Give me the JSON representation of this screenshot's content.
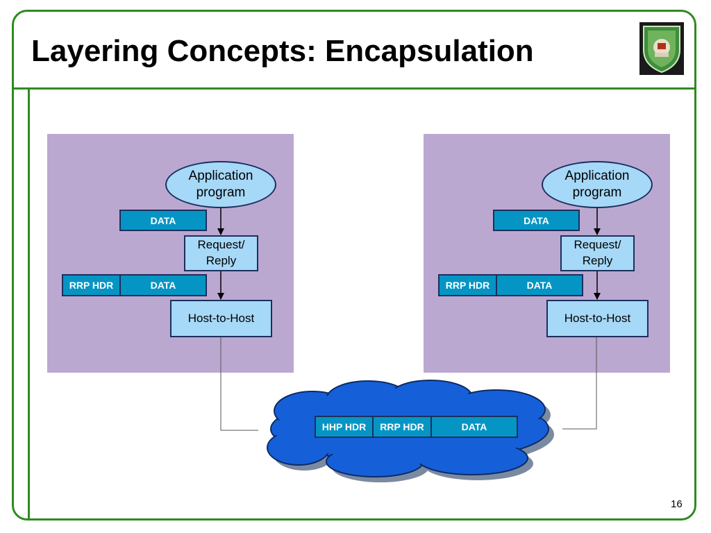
{
  "slide": {
    "title": "Layering Concepts: Encapsulation",
    "page_number": "16",
    "logo_icon": "university-seal-icon"
  },
  "colors": {
    "frame_green": "#2e8b1f",
    "panel_lavender": "#bba8d1",
    "layer_fill": "#a6d8f7",
    "data_cell": "#0595c4",
    "cloud_fill": "#1560d8",
    "outline_navy": "#1b2f5e"
  },
  "hosts": [
    {
      "application": "Application\nprogram",
      "app_data": "DATA",
      "request_reply": "Request/\nReply",
      "rrp_header": "RRP HDR",
      "rrp_data": "DATA",
      "host_to_host": "Host-to-Host"
    },
    {
      "application": "Application\nprogram",
      "app_data": "DATA",
      "request_reply": "Request/\nReply",
      "rrp_header": "RRP HDR",
      "rrp_data": "DATA",
      "host_to_host": "Host-to-Host"
    }
  ],
  "network": {
    "cloud_icon": "network-cloud-icon",
    "packet": [
      "HHP HDR",
      "RRP HDR",
      "DATA"
    ]
  }
}
